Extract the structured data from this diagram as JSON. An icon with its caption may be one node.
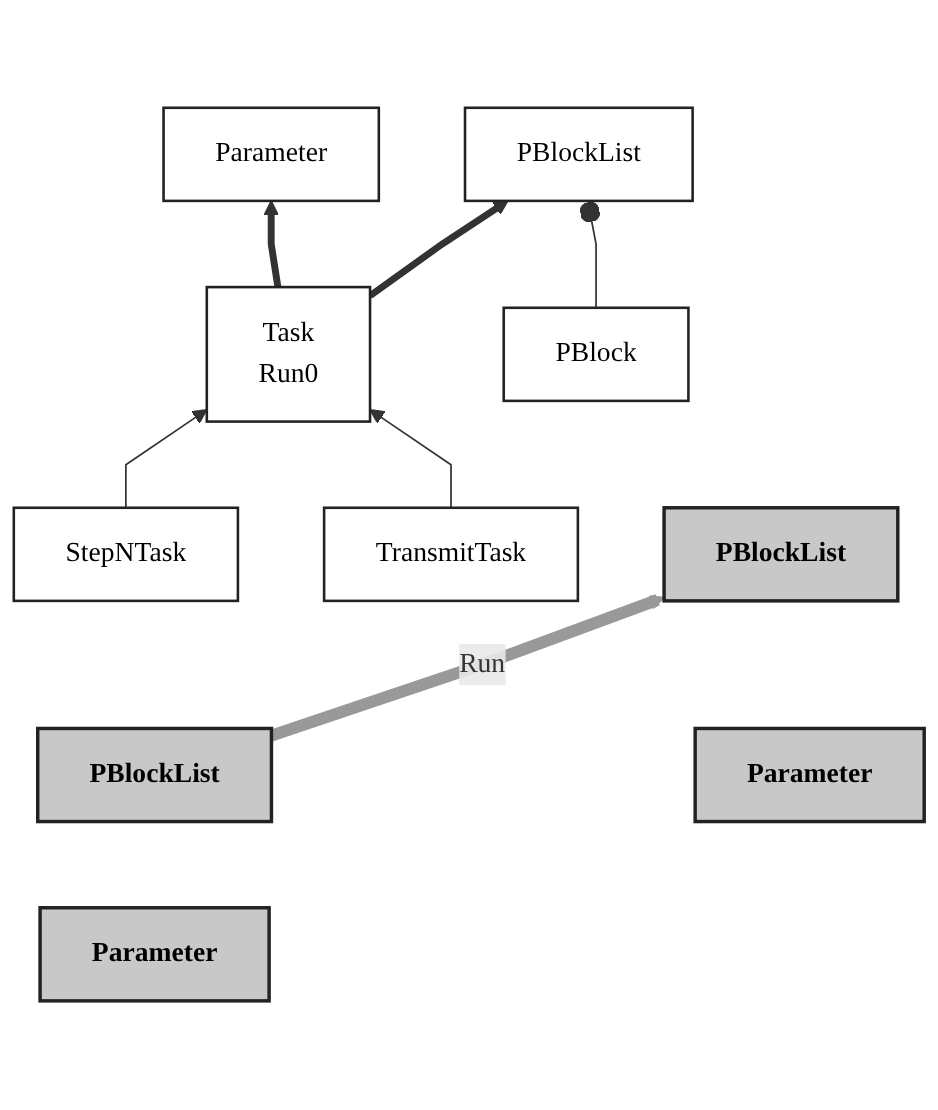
{
  "diagram": {
    "nodes": [
      {
        "text": [
          "Parameter"
        ]
      },
      {
        "text": [
          "PBlockList"
        ]
      },
      {
        "text": [
          "PBlock"
        ]
      },
      {
        "text": [
          "Task",
          "Run0"
        ]
      },
      {
        "text": [
          "StepNTask"
        ]
      },
      {
        "text": [
          "TransmitTask"
        ]
      },
      {
        "text": [
          "PBlockList"
        ]
      },
      {
        "text": [
          "Parameter"
        ]
      },
      {
        "text": [
          "PBlockList"
        ]
      },
      {
        "text": [
          "Parameter"
        ]
      }
    ],
    "edges": [
      {
        "from": 3,
        "to": 0,
        "arrow": "to",
        "style": "thick"
      },
      {
        "from": 3,
        "to": 1,
        "arrow": "to",
        "style": "thick"
      },
      {
        "from": 2,
        "to": 1,
        "arrow": "other"
      },
      {
        "from": 4,
        "to": 3,
        "arrow": "to"
      },
      {
        "from": 5,
        "to": 3,
        "arrow": "to"
      },
      {
        "from": 6,
        "to": 8,
        "arrow": "to",
        "label": "Run",
        "style": "thick",
        "color": "#999999"
      }
    ]
  }
}
